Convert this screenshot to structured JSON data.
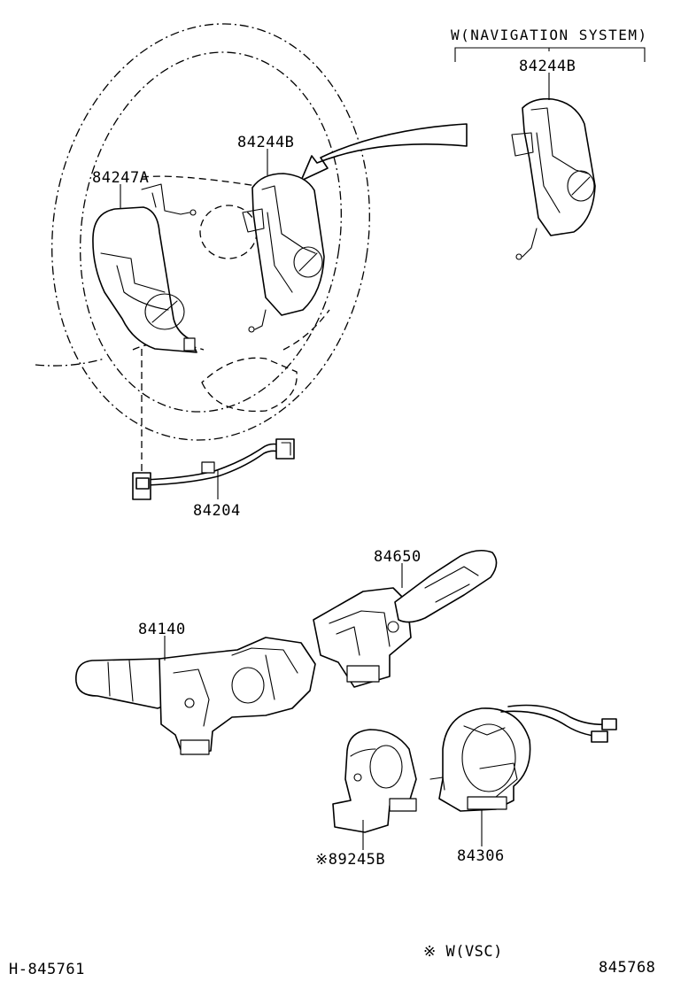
{
  "header": {
    "variant_note": "W(NAVIGATION SYSTEM)"
  },
  "parts": {
    "nav_switch": "84244B",
    "steering_switch_right": "84244B",
    "steering_switch_left": "84247A",
    "wire_harness": "84204",
    "wiper_switch": "84650",
    "headlamp_switch": "84140",
    "steering_sensor": "※89245B",
    "spiral_cable": "84306"
  },
  "footnote": "※ W(VSC)",
  "footer": {
    "left_code": "H-845761",
    "right_code": "845768"
  }
}
